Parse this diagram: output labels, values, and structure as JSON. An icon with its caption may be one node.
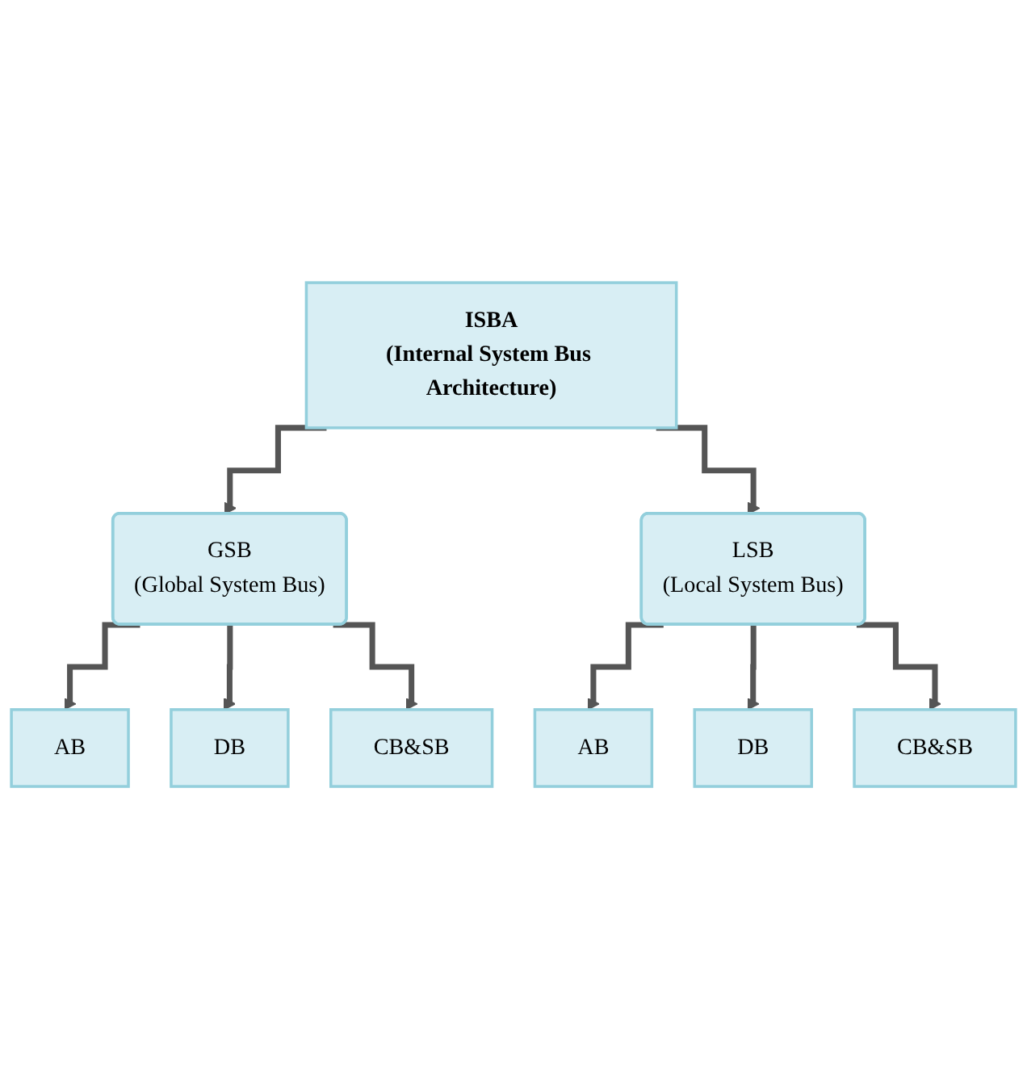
{
  "diagram": {
    "nodes": [
      {
        "text": [
          "ISBA",
          "(Internal System Bus Architecture)"
        ]
      },
      {
        "text": [
          "GSB",
          "(Global System Bus)"
        ]
      },
      {
        "text": [
          "LSB",
          "(Local System Bus)"
        ]
      },
      {
        "text": [
          "AB"
        ]
      },
      {
        "text": [
          "DB"
        ]
      },
      {
        "text": [
          "CB&SB"
        ]
      },
      {
        "text": [
          "AB"
        ]
      },
      {
        "text": [
          "DB"
        ]
      },
      {
        "text": [
          "CB&SB"
        ]
      }
    ],
    "edges": [
      {
        "from": 0,
        "to": 1,
        "arrow": "to"
      },
      {
        "from": 0,
        "to": 2,
        "arrow": "to"
      },
      {
        "from": 1,
        "to": 3,
        "arrow": "to"
      },
      {
        "from": 1,
        "to": 4,
        "arrow": "to"
      },
      {
        "from": 1,
        "to": 5,
        "arrow": "to"
      },
      {
        "from": 2,
        "to": 6,
        "arrow": "to"
      },
      {
        "from": 2,
        "to": 7,
        "arrow": "to"
      },
      {
        "from": 2,
        "to": 8,
        "arrow": "to"
      }
    ]
  }
}
